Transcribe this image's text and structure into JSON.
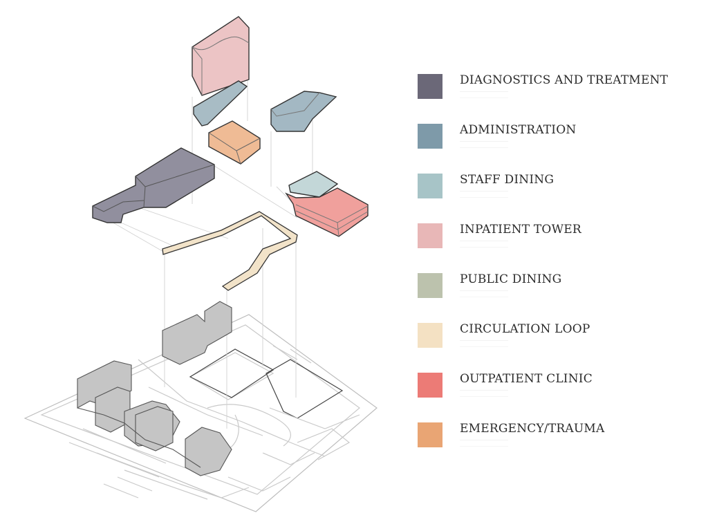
{
  "legend": {
    "items": [
      {
        "label": "DIAGNOSTICS AND TREATMENT",
        "color": "#6b6878"
      },
      {
        "label": "ADMINISTRATION",
        "color": "#7e9aa9"
      },
      {
        "label": "STAFF DINING",
        "color": "#a7c4c7"
      },
      {
        "label": "INPATIENT TOWER",
        "color": "#e8b7b7"
      },
      {
        "label": "PUBLIC DINING",
        "color": "#bcc2ad"
      },
      {
        "label": "CIRCULATION LOOP",
        "color": "#f4e1c3"
      },
      {
        "label": "OUTPATIENT CLINIC",
        "color": "#ec7b76"
      },
      {
        "label": "EMERGENCY/TRAUMA",
        "color": "#e9a574"
      }
    ]
  }
}
